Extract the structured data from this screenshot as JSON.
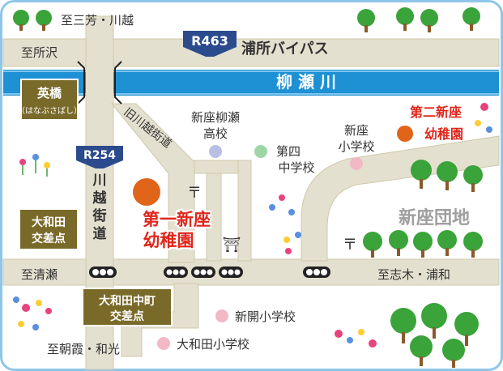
{
  "roads": {
    "north": "至三芳・川越",
    "west_top": "至所沢",
    "west_mid": "至清瀬",
    "south": "至朝霞・和光",
    "east": "至志木・浦和",
    "r463_badge": "R463",
    "r463_name": "浦所バイパス",
    "r254_badge": "R254",
    "kawagoe_kaido": [
      "川",
      "越",
      "街",
      "道"
    ],
    "old_kawagoe_kaido": "旧川越街道"
  },
  "river": {
    "name": "柳 瀬 川"
  },
  "bridge": {
    "name": "英橋",
    "reading": "（はなぶさばし）"
  },
  "intersections": {
    "yamatoda": [
      "大和田",
      "交差点"
    ],
    "yamatoda_nakamachi": [
      "大和田中町",
      "交差点"
    ]
  },
  "schools": {
    "yanase_high": [
      "新座柳瀬",
      "高校"
    ],
    "daiyon_junior": [
      "第四",
      "中学校"
    ],
    "niiza_elementary": [
      "新座",
      "小学校"
    ],
    "shinkai_elementary": "新開小学校",
    "yamatoda_elementary": "大和田小学校"
  },
  "kindergartens": {
    "first": [
      "第一新座",
      "幼稚園"
    ],
    "second": [
      "第二新座",
      "幼稚園"
    ]
  },
  "area": {
    "danchi": "新座団地"
  },
  "symbols": {
    "post_office": "〒",
    "shrine": "⛩"
  },
  "colors": {
    "frame": "#8ec6ea",
    "road": "#e4e0cf",
    "road_edge": "#cfc8ac",
    "river": "#1d91d3",
    "label_box": "#7a6a2a",
    "badge": "#2c4b8c",
    "kinder_dot": "#e0641a",
    "kinder_text": "#e0261b",
    "tree": "#3aa33a",
    "text": "#333333"
  }
}
